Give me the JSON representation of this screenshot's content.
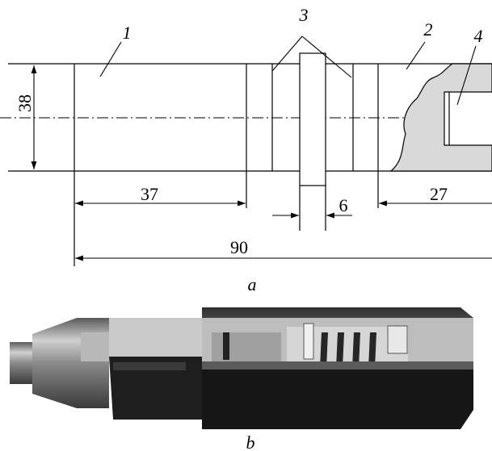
{
  "figure_a": {
    "caption": "a",
    "part_labels": [
      "1",
      "2",
      "3",
      "4"
    ],
    "dimensions": {
      "height": "38",
      "left_length": "37",
      "flange_width": "6",
      "right_length": "27",
      "total_length": "90"
    }
  },
  "figure_b": {
    "caption": "b"
  },
  "colors": {
    "line": "#000000",
    "section_fill": "#d9d9d9",
    "render_dark": "#1a1a1a",
    "render_mid": "#7a7a7a",
    "render_light": "#c4c4c4"
  }
}
